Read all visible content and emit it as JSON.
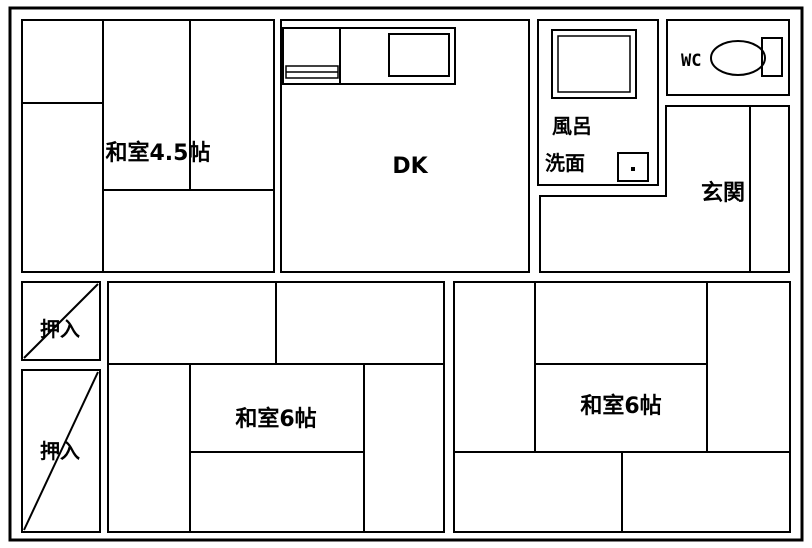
{
  "plan": {
    "rooms": {
      "washitsu_45": "和室4.5帖",
      "dk": "DK",
      "bath": "風呂",
      "washroom": "洗面",
      "wc": "WC",
      "entrance": "玄関",
      "oshiire_top": "押入",
      "oshiire_bottom": "押入",
      "washitsu_6_left": "和室6帖",
      "washitsu_6_right": "和室6帖"
    }
  }
}
